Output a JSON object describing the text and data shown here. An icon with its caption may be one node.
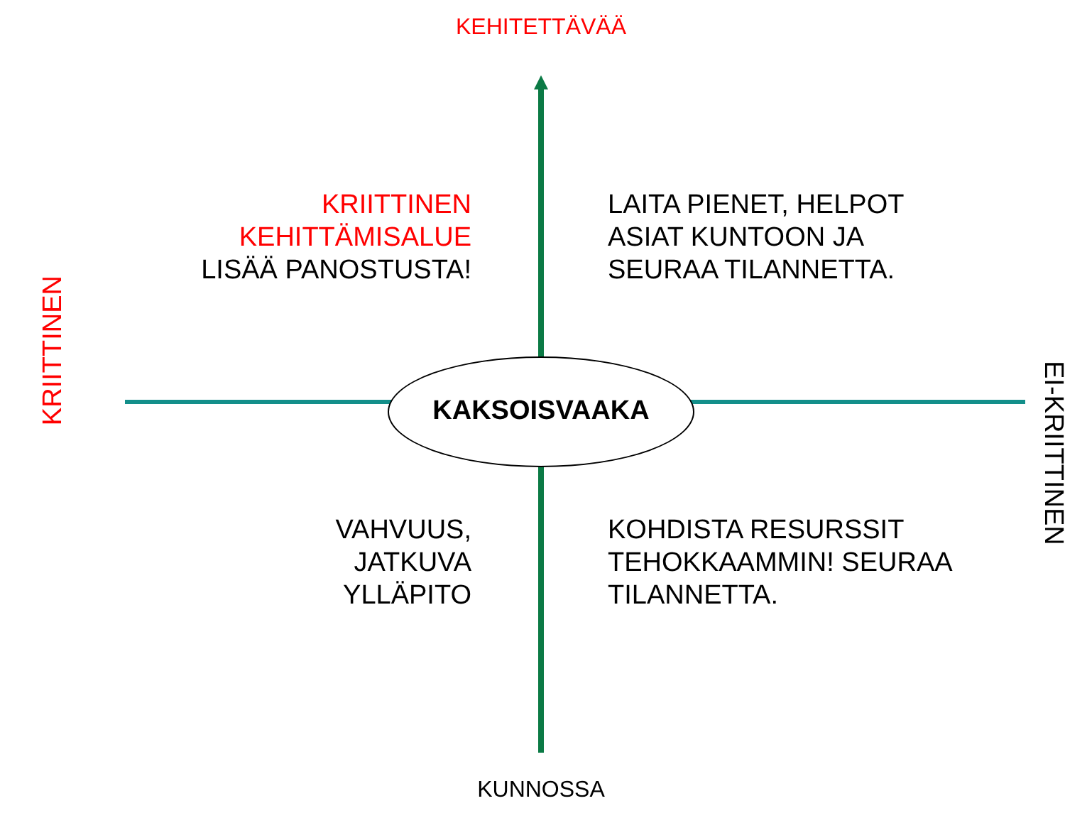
{
  "diagram": {
    "nodes": [
      {
        "text": [
          "KAKSOISVAAKA"
        ]
      }
    ],
    "labels": [
      "KEHITETTÄVÄÄ",
      "KRIITTINEN KEHITTÄMISALUE",
      "LISÄÄ PANOSTUSTA!",
      "LAITA PIENET, HELPOT ASIAT KUNTOON JA SEURAA TILANNETTA.",
      "KRIITTINEN",
      "EI-KRIITTINEN",
      "VAHVUUS, JATKUVA YLLÄPITO",
      "KOHDISTA RESURSSIT TEHOKKAAMMIN! SEURAA TILANNETTA.",
      "KUNNOSSA"
    ]
  }
}
